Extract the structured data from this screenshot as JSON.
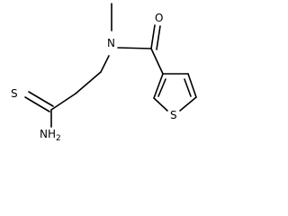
{
  "molecule": {
    "atoms": {
      "sulfur_thioamide": "S",
      "amine_N": "N",
      "amine_H2": "H",
      "amine_H2_count": "2",
      "amide_N": "N",
      "carbonyl_O": "O",
      "thiophene_S": "S"
    },
    "colors": {
      "bond": "#000000",
      "label": "#000000",
      "background": "#ffffff"
    }
  }
}
